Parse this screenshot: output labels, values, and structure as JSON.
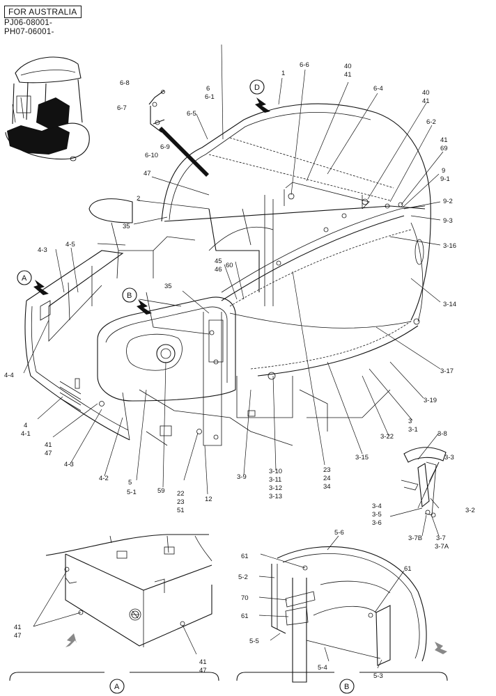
{
  "header": {
    "region_label": "FOR AUSTRALIA",
    "serial_lines": [
      "PJ06-08001-",
      "PH07-06001-"
    ]
  },
  "views": {
    "A": "A",
    "B": "B",
    "D": "D"
  },
  "part_labels": {
    "p1": "1",
    "p2": "2",
    "p4": "4",
    "p4_1": "4-1",
    "p4_2": "4-2",
    "p4_3a": "4-3",
    "p4_3b": "4-3",
    "p4_4": "4-4",
    "p4_5": "4-5",
    "p5": "5",
    "p5_1": "5-1",
    "p6": "6",
    "p6_1": "6-1",
    "p6_2": "6-2",
    "p6_4": "6-4",
    "p6_5": "6-5",
    "p6_6": "6-6",
    "p6_7": "6-7",
    "p6_8": "6-8",
    "p6_9": "6-9",
    "p6_10": "6-10",
    "p9": "9",
    "p9_1": "9-1",
    "p9_2": "9-2",
    "p9_3": "9-3",
    "p12": "12",
    "p22": "22",
    "p23a": "23",
    "p51": "51",
    "p23b": "23",
    "p24": "24",
    "p34": "34",
    "p35a": "35",
    "p35b": "35",
    "p40a": "40",
    "p41a": "41",
    "p40b": "40",
    "p41b": "41",
    "p41c": "41",
    "p69": "69",
    "p41d": "41",
    "p47d": "47",
    "p45": "45",
    "p46": "46",
    "p47a": "47",
    "p59": "59",
    "p60": "60",
    "p3": "3",
    "p3_1": "3-1",
    "p3_2": "3-2",
    "p3_3": "3-3",
    "p3_4": "3-4",
    "p3_5": "3-5",
    "p3_6": "3-6",
    "p3_7": "3-7",
    "p3_7A": "3-7A",
    "p3_7B": "3-7B",
    "p3_8": "3-8",
    "p3_9": "3-9",
    "p3_10": "3-10",
    "p3_11": "3-11",
    "p3_12": "3-12",
    "p3_13": "3-13",
    "p3_14": "3-14",
    "p3_15": "3-15",
    "p3_16": "3-16",
    "p3_17": "3-17",
    "p3_19": "3-19",
    "p3_22": "3-22",
    "a41": "41",
    "a47": "47",
    "a41b": "41",
    "a47b": "47",
    "b5_6": "5-6",
    "b61a": "61",
    "b61b": "61",
    "b61c": "61",
    "b5_2": "5-2",
    "b70": "70",
    "b5_5": "5-5",
    "b5_4": "5-4",
    "b5_3": "5-3"
  }
}
